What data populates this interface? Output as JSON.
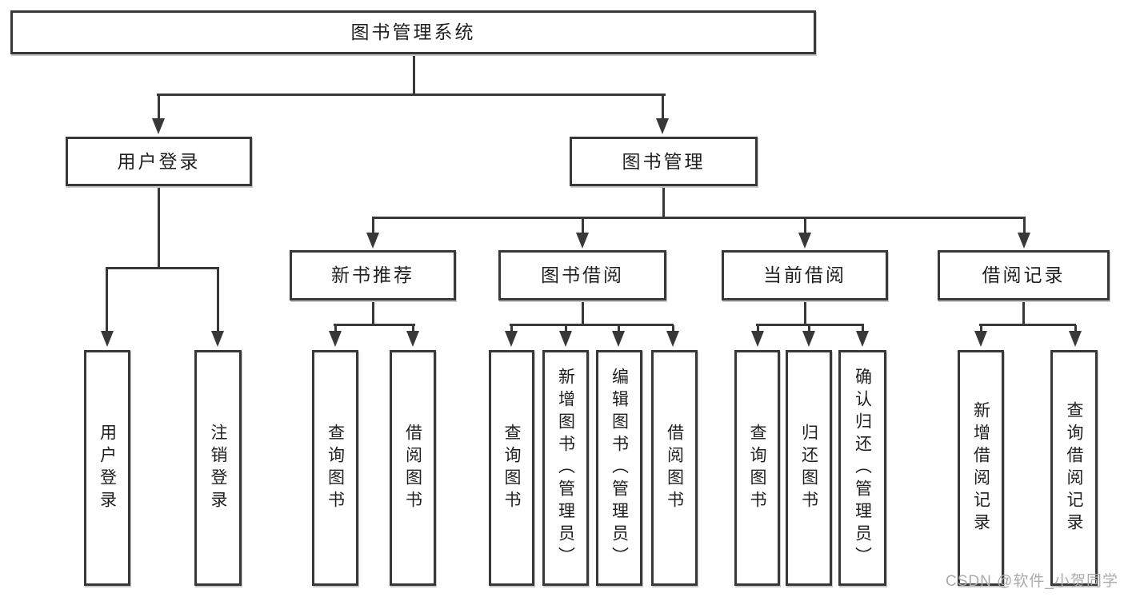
{
  "diagram": {
    "type": "hierarchy-tree",
    "colors": {
      "line": "#383838",
      "text": "#1f1f1f",
      "box_background": "#ffffff",
      "page_background": "#ffffff",
      "watermark": "#ababab"
    }
  },
  "tree": {
    "root": {
      "label": "图书管理系统"
    },
    "level2": [
      {
        "label": "用户登录"
      },
      {
        "label": "图书管理"
      }
    ],
    "user_login_children": [
      {
        "label": "用户登录"
      },
      {
        "label": "注销登录"
      }
    ],
    "book_management_groups": [
      {
        "label": "新书推荐",
        "children": [
          {
            "label": "查询图书"
          },
          {
            "label": "借阅图书"
          }
        ]
      },
      {
        "label": "图书借阅",
        "children": [
          {
            "label": "查询图书"
          },
          {
            "label": "新增图书（管理员）"
          },
          {
            "label": "编辑图书（管理员）"
          },
          {
            "label": "借阅图书"
          }
        ]
      },
      {
        "label": "当前借阅",
        "children": [
          {
            "label": "查询图书"
          },
          {
            "label": "归还图书"
          },
          {
            "label": "确认归还（管理员）"
          }
        ]
      },
      {
        "label": "借阅记录",
        "children": [
          {
            "label": "新增借阅记录"
          },
          {
            "label": "查询借阅记录"
          }
        ]
      }
    ]
  },
  "watermark": {
    "text": "CSDN @软件_小贺同学"
  }
}
